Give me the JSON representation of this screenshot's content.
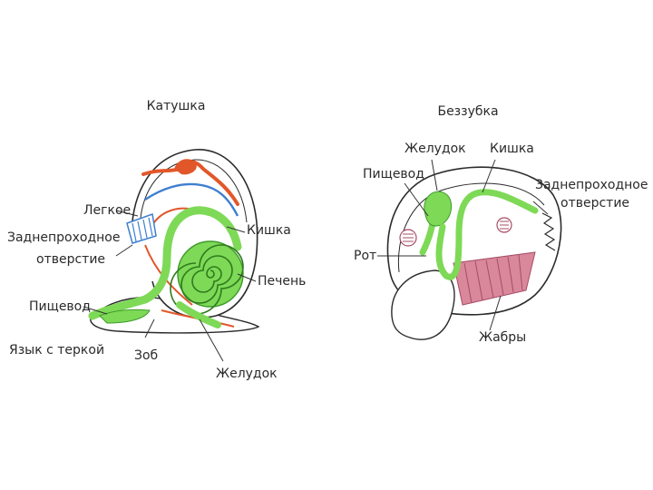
{
  "panels": {
    "left": {
      "title": "Катушка",
      "labels": {
        "lung": "Легкое",
        "anus_line1": "Заднепроходное",
        "anus_line2": "отверстие",
        "esophagus": "Пищевод",
        "tongue": "Язык с теркой",
        "crop": "Зоб",
        "stomach": "Желудок",
        "intestine": "Кишка",
        "liver": "Печень"
      }
    },
    "right": {
      "title": "Беззубка",
      "labels": {
        "stomach": "Желудок",
        "intestine": "Кишка",
        "esophagus": "Пищевод",
        "anus_line1": "Заднепроходное",
        "anus_line2": "отверстие",
        "mouth": "Рот",
        "gills": "Жабры"
      }
    }
  },
  "colors": {
    "digestive": "#7ed957",
    "digestive_dark": "#3f9a2a",
    "vessels_red": "#e2572a",
    "vessels_blue": "#3e7fd0",
    "gills": "#d9879b",
    "outline": "#2b2b2b"
  }
}
